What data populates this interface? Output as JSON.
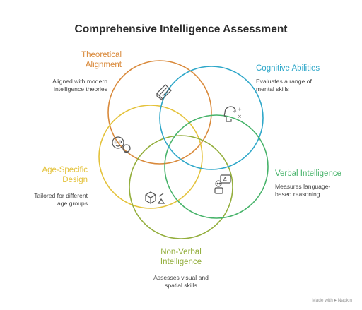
{
  "title": "Comprehensive Intelligence Assessment",
  "colors": {
    "theoretical": "#D9893A",
    "cognitive": "#2EA7C9",
    "verbal": "#47B36A",
    "nonverbal": "#93AE3C",
    "age": "#E4C23A"
  },
  "sections": {
    "theoretical": {
      "label_line1": "Theoretical",
      "label_line2": "Alignment",
      "desc_line1": "Aligned with modern",
      "desc_line2": "intelligence theories",
      "icon": "books-icon"
    },
    "cognitive": {
      "label": "Cognitive Abilities",
      "desc_line1": "Evaluates a range of",
      "desc_line2": "mental skills",
      "icon": "head-math-icon"
    },
    "verbal": {
      "label": "Verbal Intelligence",
      "desc_line1": "Measures language-",
      "desc_line2": "based reasoning",
      "icon": "robot-speech-icon"
    },
    "nonverbal": {
      "label_line1": "Non-Verbal",
      "label_line2": "Intelligence",
      "desc_line1": "Assesses visual and",
      "desc_line2": "spatial skills",
      "icon": "cube-shapes-icon"
    },
    "age": {
      "label_line1": "Age-Specific",
      "label_line2": "Design",
      "desc_line1": "Tailored for different",
      "desc_line2": "age groups",
      "icon": "faces-icon"
    }
  },
  "footer": "Made with ▸ Napkin"
}
